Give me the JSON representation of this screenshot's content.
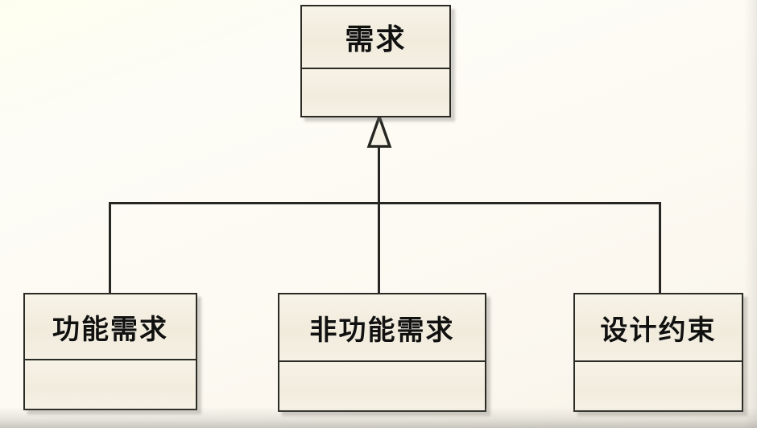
{
  "diagram": {
    "kind": "uml-class-diagram",
    "relationship": "generalization",
    "background_color": "#FDFBF4",
    "box_fill_color": "#F2ECDE",
    "border_color": "#2B2B26",
    "line_color": "#262622",
    "text_color": "#111110",
    "root": {
      "name": "需求",
      "attributes": "",
      "operations": ""
    },
    "children": [
      {
        "name": "功能需求",
        "attributes": "",
        "operations": ""
      },
      {
        "name": "非功能需求",
        "attributes": "",
        "operations": ""
      },
      {
        "name": "设计约束",
        "attributes": "",
        "operations": ""
      }
    ],
    "connectors": {
      "arrow_type": "hollow-triangle",
      "arrow_name": "generalization-arrowhead",
      "trunk_label": "",
      "branch_count": 3
    }
  }
}
